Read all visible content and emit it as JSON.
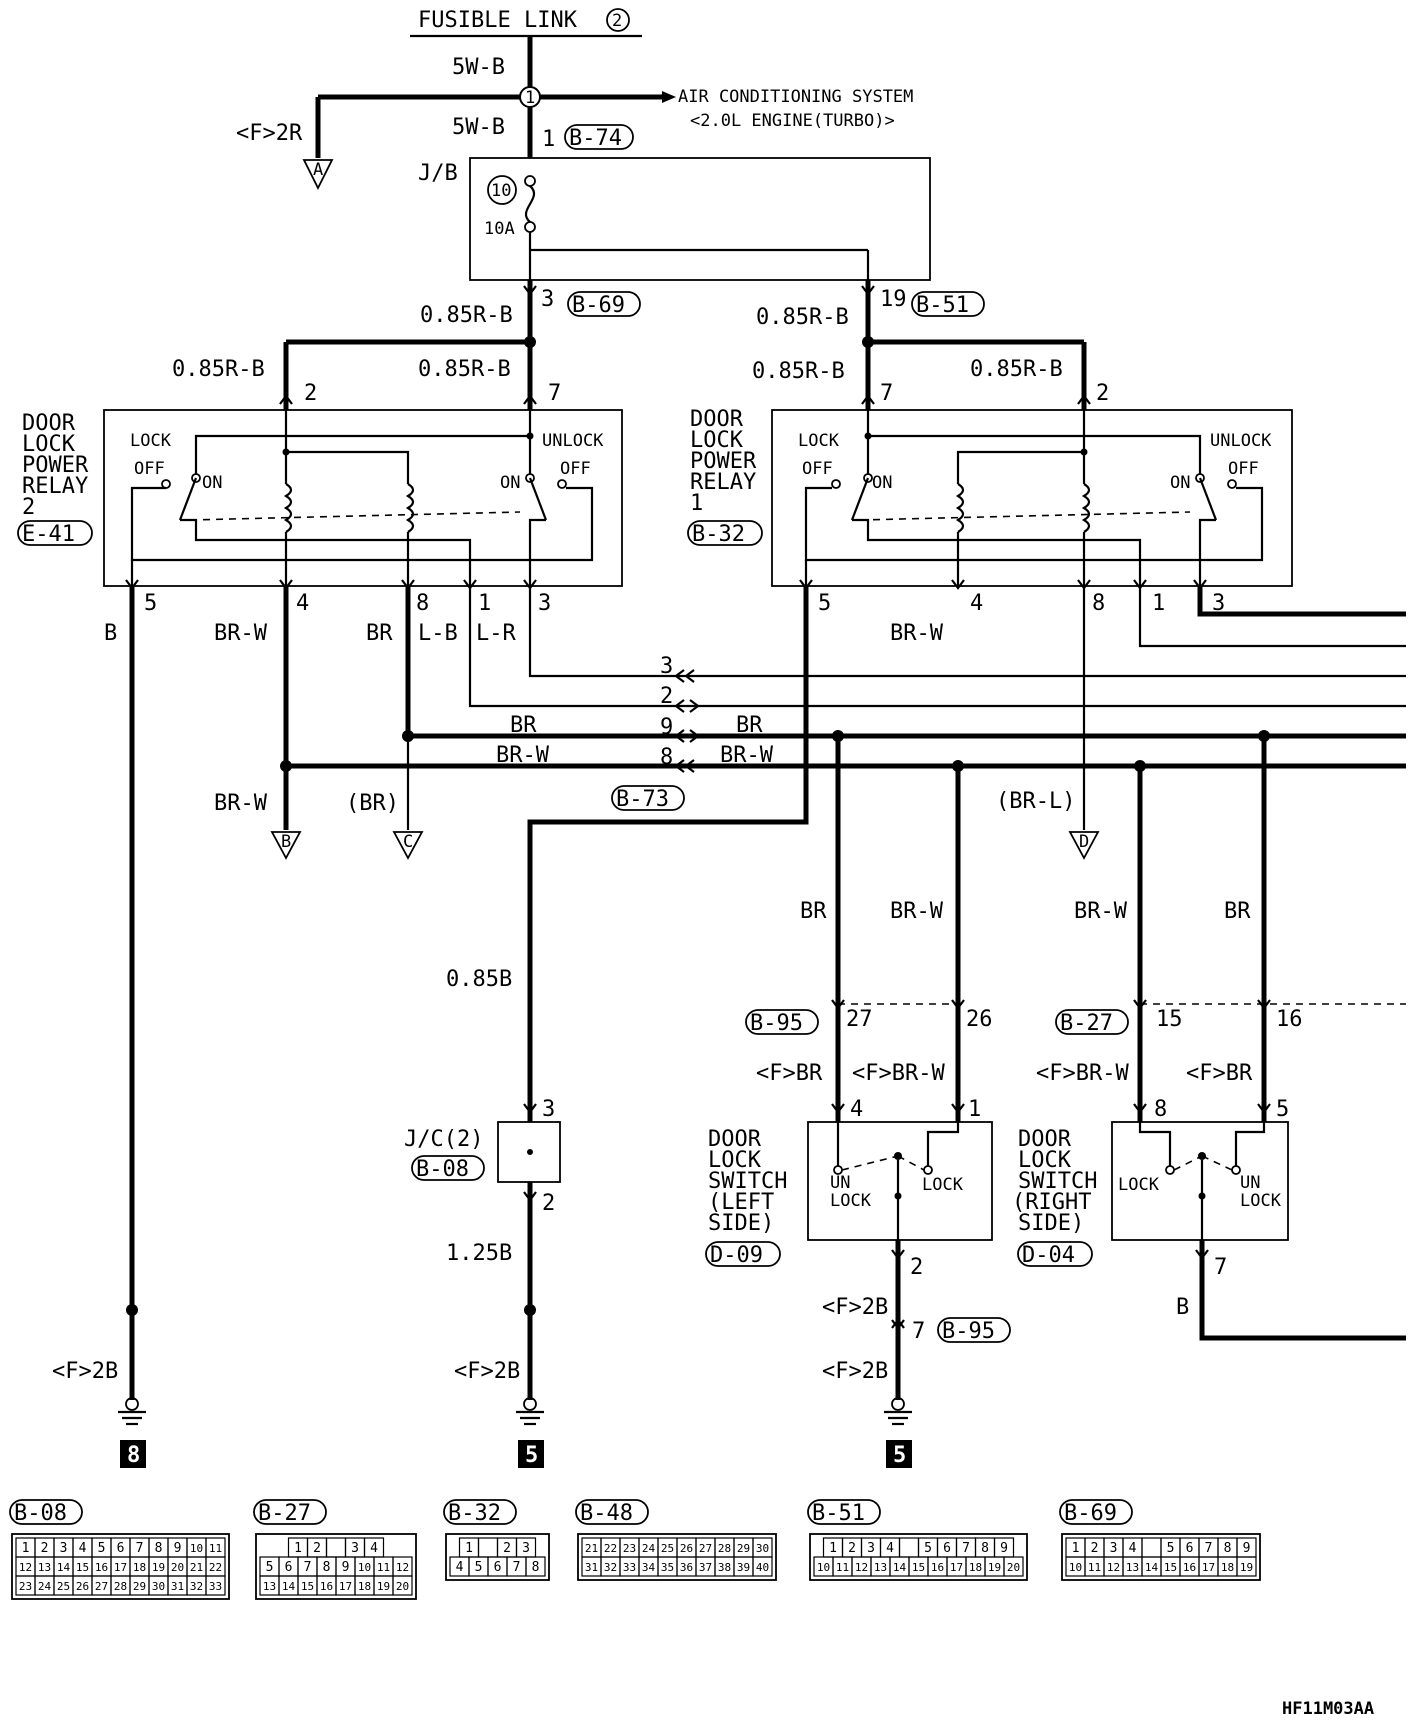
{
  "fusible_link": "FUSIBLE LINK",
  "fusible_link_num": "2",
  "top": {
    "w_5wb_a": "5W-B",
    "w_5wb_b": "5W-B",
    "junction_1": "1",
    "aircon_line1": "AIR CONDITIONING SYSTEM",
    "aircon_line2": "<2.0L ENGINE(TURBO)>",
    "f2r": "<F>2R",
    "ref_a": "A",
    "pin_1": "1",
    "conn_b74": "B-74",
    "jb": "J/B",
    "fuse_num": "10",
    "fuse_amp": "10A"
  },
  "mid": {
    "pin_3": "3",
    "conn_b69": "B-69",
    "w_085rb_left": "0.85R-B",
    "pin_19": "19",
    "conn_b51": "B-51",
    "w_085rb_right": "0.85R-B"
  },
  "relay2": {
    "name": [
      "DOOR",
      "LOCK",
      "POWER",
      "RELAY",
      "2"
    ],
    "conn": "E-41",
    "w_top_l": "0.85R-B",
    "w_top_r": "0.85R-B",
    "pin_top_l": "2",
    "pin_top_r": "7",
    "lock": "LOCK",
    "unlock": "UNLOCK",
    "off_l": "OFF",
    "on_l": "ON",
    "on_r": "ON",
    "off_r": "OFF",
    "pins_bottom": [
      "5",
      "4",
      "8",
      "1",
      "3"
    ],
    "wires_bottom": [
      "B",
      "BR-W",
      "BR",
      "L-B",
      "L-R"
    ]
  },
  "relay1": {
    "name": [
      "DOOR",
      "LOCK",
      "POWER",
      "RELAY",
      "1"
    ],
    "conn": "B-32",
    "w_top_l": "0.85R-B",
    "w_top_r": "0.85R-B",
    "pin_top_l": "7",
    "pin_top_r": "2",
    "lock": "LOCK",
    "unlock": "UNLOCK",
    "off_l": "OFF",
    "on_l": "ON",
    "on_r": "ON",
    "off_r": "OFF",
    "pins_bottom": [
      "5",
      "4",
      "8",
      "1",
      "3"
    ],
    "wire_4": "BR-W"
  },
  "bus": {
    "pin_3": "3",
    "pin_2": "2",
    "pin_9": "9",
    "pin_8": "8",
    "br_l": "BR",
    "br_r": "BR",
    "brw_l": "BR-W",
    "brw_r": "BR-W",
    "conn_b73": "B-73",
    "brw_b": "BR-W",
    "br_c": "(BR)",
    "brl_d": "(BR-L)",
    "ref_b": "B",
    "ref_c": "C",
    "ref_d": "D"
  },
  "lower": {
    "w_085b": "0.85B",
    "jc": "J/C(2)",
    "conn_b08": "B-08",
    "pin_3": "3",
    "pin_2": "2",
    "w_125b": "1.25B",
    "f2b_1": "<F>2B",
    "f2b_2": "<F>2B",
    "f2b_3": "<F>2B",
    "f2b_4": "<F>2B",
    "ground_8": "8",
    "ground_5a": "5",
    "ground_5b": "5",
    "w_br_1": "BR",
    "w_brw_1": "BR-W",
    "w_brw_2": "BR-W",
    "w_br_2": "BR",
    "conn_b95": "B-95",
    "pin_27": "27",
    "pin_26": "26",
    "conn_b27": "B-27",
    "pin_15": "15",
    "pin_16": "16",
    "f_br_l": "<F>BR",
    "f_brw_l": "<F>BR-W",
    "f_brw_r": "<F>BR-W",
    "f_br_r": "<F>BR",
    "pin_4": "4",
    "pin_1": "1",
    "pin_8": "8",
    "pin_5": "5",
    "pin_2b": "2",
    "pin_7": "7",
    "conn_b95b": "B-95",
    "pin_7r": "7",
    "w_b": "B"
  },
  "switch_left": {
    "name": [
      "DOOR",
      "LOCK",
      "SWITCH",
      "(LEFT",
      "SIDE)"
    ],
    "conn": "D-09",
    "unlock_1": "UN",
    "unlock_2": "LOCK",
    "lock": "LOCK"
  },
  "switch_right": {
    "name": [
      "DOOR",
      "LOCK",
      "SWITCH",
      "(RIGHT",
      "SIDE)"
    ],
    "conn": "D-04",
    "lock": "LOCK",
    "unlock_1": "UN",
    "unlock_2": "LOCK"
  },
  "connectors": [
    {
      "label": "B-08",
      "rows": [
        [
          "1",
          "2",
          "3",
          "4",
          "5",
          "6",
          "7",
          "8",
          "9",
          "10",
          "11"
        ],
        [
          "12",
          "13",
          "14",
          "15",
          "16",
          "17",
          "18",
          "19",
          "20",
          "21",
          "22"
        ],
        [
          "23",
          "24",
          "25",
          "26",
          "27",
          "28",
          "29",
          "30",
          "31",
          "32",
          "33"
        ]
      ]
    },
    {
      "label": "B-27",
      "rows": [
        [
          "1",
          "2",
          "",
          "3",
          "4"
        ],
        [
          "5",
          "6",
          "7",
          "8",
          "9",
          "10",
          "11",
          "12"
        ],
        [
          "13",
          "14",
          "15",
          "16",
          "17",
          "18",
          "19",
          "20"
        ]
      ]
    },
    {
      "label": "B-32",
      "rows": [
        [
          "1",
          "",
          "2",
          "3"
        ],
        [
          "4",
          "5",
          "6",
          "7",
          "8"
        ]
      ]
    },
    {
      "label": "B-48",
      "rows": [
        [
          "21",
          "22",
          "23",
          "24",
          "25",
          "26",
          "27",
          "28",
          "29",
          "30"
        ],
        [
          "31",
          "32",
          "33",
          "34",
          "35",
          "36",
          "37",
          "38",
          "39",
          "40"
        ]
      ]
    },
    {
      "label": "B-51",
      "rows": [
        [
          "1",
          "2",
          "3",
          "4",
          "",
          "5",
          "6",
          "7",
          "8",
          "9"
        ],
        [
          "10",
          "11",
          "12",
          "13",
          "14",
          "15",
          "16",
          "17",
          "18",
          "19",
          "20"
        ]
      ]
    },
    {
      "label": "B-69",
      "rows": [
        [
          "1",
          "2",
          "3",
          "4",
          "",
          "5",
          "6",
          "7",
          "8",
          "9"
        ],
        [
          "10",
          "11",
          "12",
          "13",
          "14",
          "15",
          "16",
          "17",
          "18",
          "19"
        ]
      ]
    }
  ],
  "figure_code": "HF11M03AA"
}
